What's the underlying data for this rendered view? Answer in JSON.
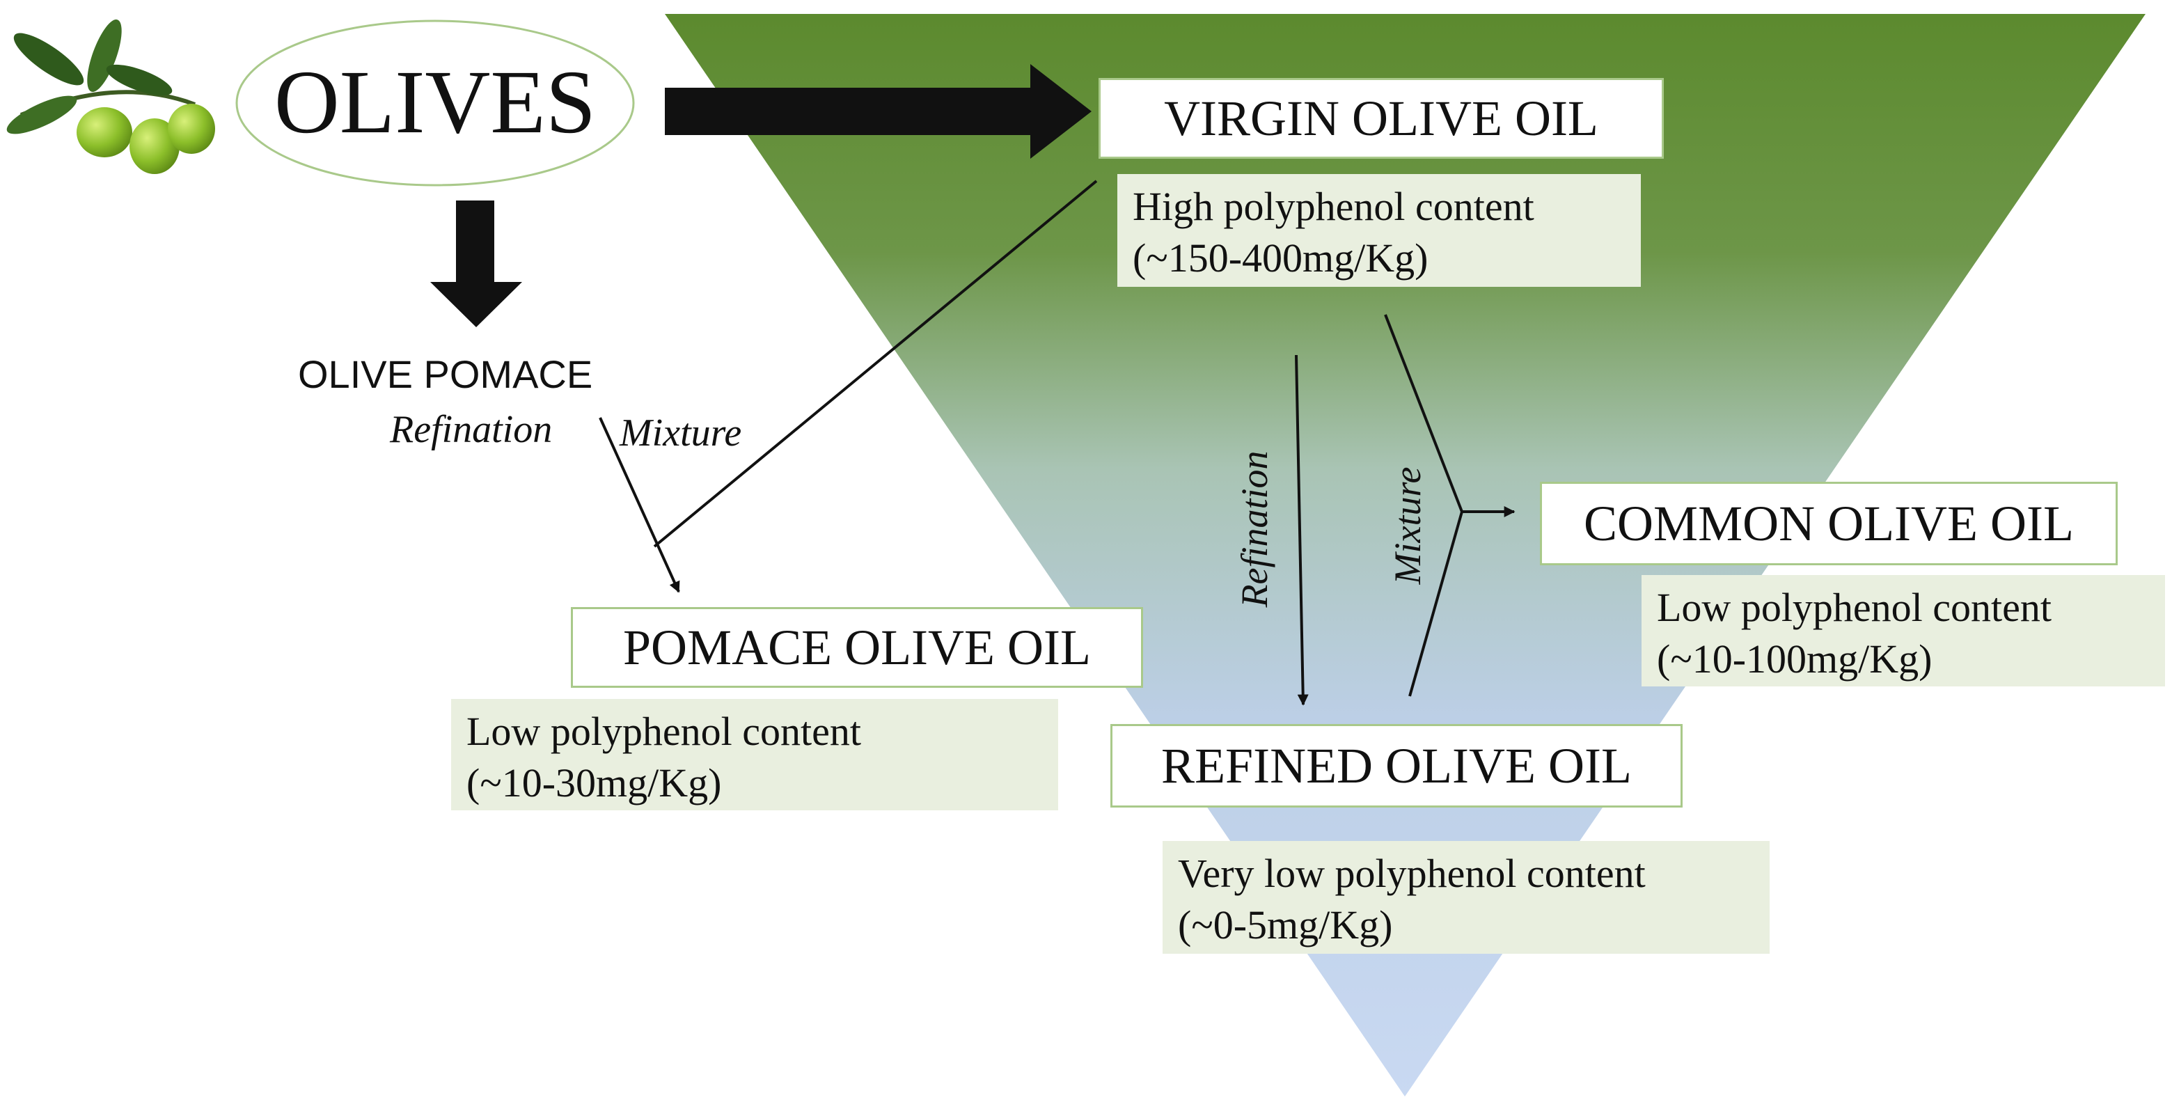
{
  "title": "OLIVES",
  "nodes": {
    "virgin": {
      "label": "VIRGIN OLIVE OIL",
      "note_line1": "High polyphenol content",
      "note_line2": "(~150-400mg/Kg)"
    },
    "pomace_source": {
      "label": "OLIVE POMACE"
    },
    "pomace_oil": {
      "label": "POMACE OLIVE OIL",
      "note_line1": "Low polyphenol content",
      "note_line2": "(~10-30mg/Kg)"
    },
    "common": {
      "label": "COMMON OLIVE OIL",
      "note_line1": "Low polyphenol content",
      "note_line2": "(~10-100mg/Kg)"
    },
    "refined": {
      "label": "REFINED OLIVE OIL",
      "note_line1": "Very low polyphenol content",
      "note_line2": "(~0-5mg/Kg)"
    }
  },
  "edge_labels": {
    "pomace_refination": "Refination",
    "pomace_mixture": "Mixture",
    "center_refination": "Refination",
    "center_mixture": "Mixture"
  },
  "colors": {
    "triangle_top": "#5c8a2e",
    "triangle_mid": "#a9c4b4",
    "triangle_bottom": "#c9d9f2",
    "box_border": "#a9c98a",
    "note_fill": "#e9efdf",
    "olive": "#8cbf2a",
    "leaf": "#2f5a1c"
  },
  "icons": [
    "olive-branch-icon"
  ]
}
